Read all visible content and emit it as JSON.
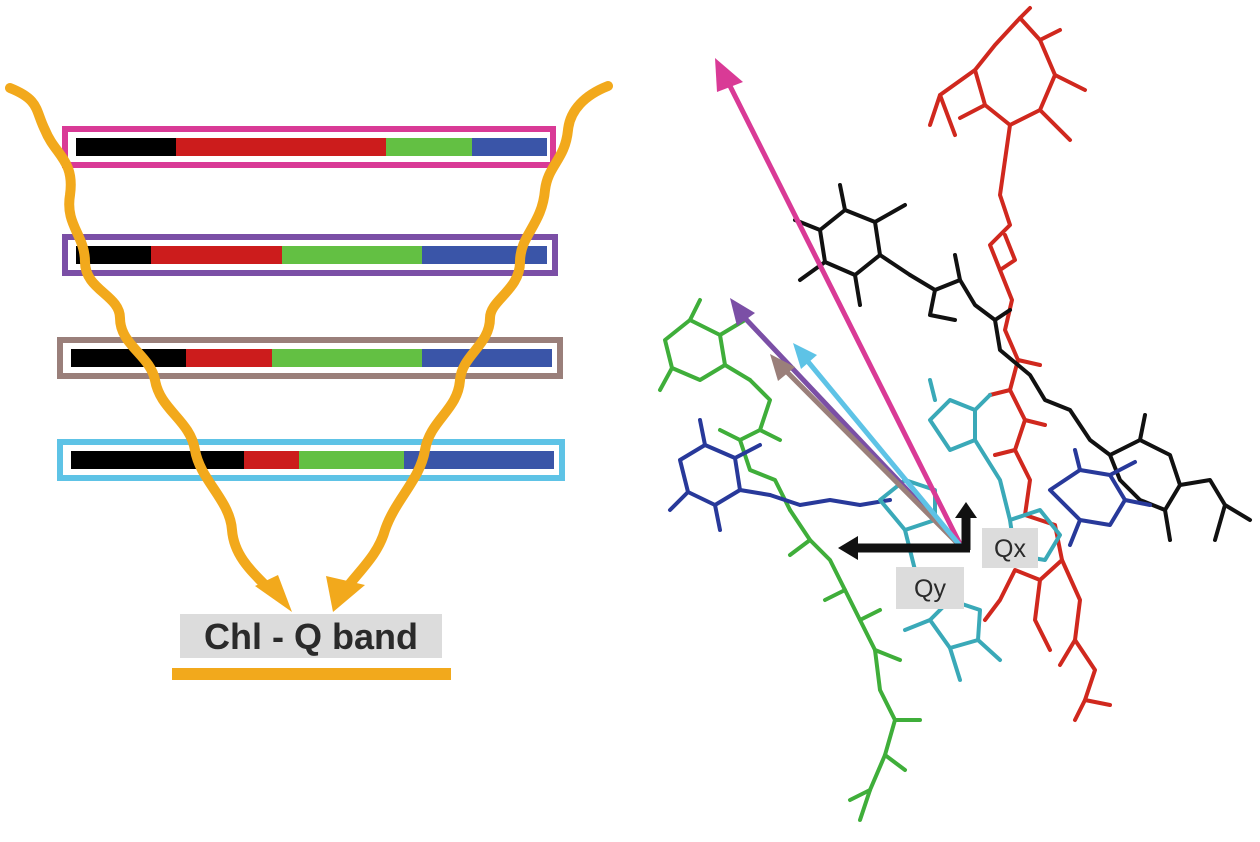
{
  "diagram": {
    "band_label": "Chl - Q band",
    "axis_labels": {
      "qx": "Qx",
      "qy": "Qy"
    },
    "colors": {
      "wave": "#f2a91c",
      "segment_black": "#000000",
      "segment_red": "#cc1c1c",
      "segment_green": "#63c043",
      "segment_blue": "#3a55a8",
      "label_bg": "#dcdcdc",
      "magenta": "#d93a96",
      "purple": "#7b4fa6",
      "taupe": "#9a7f7a",
      "cyan": "#5ec3e6",
      "axis_arrow": "#111111"
    },
    "spectra": [
      {
        "name": "magenta",
        "frame": "#d93a96",
        "segments": [
          0.21,
          0.44,
          0.18,
          0.17
        ]
      },
      {
        "name": "purple",
        "frame": "#7b4fa6",
        "segments": [
          0.16,
          0.28,
          0.3,
          0.26
        ]
      },
      {
        "name": "taupe",
        "frame": "#9a7f7a",
        "segments": [
          0.24,
          0.18,
          0.31,
          0.27
        ]
      },
      {
        "name": "cyan",
        "frame": "#5ec3e6",
        "segments": [
          0.36,
          0.11,
          0.21,
          0.32
        ]
      }
    ],
    "dipoles": [
      "magenta",
      "purple",
      "taupe",
      "cyan"
    ]
  }
}
